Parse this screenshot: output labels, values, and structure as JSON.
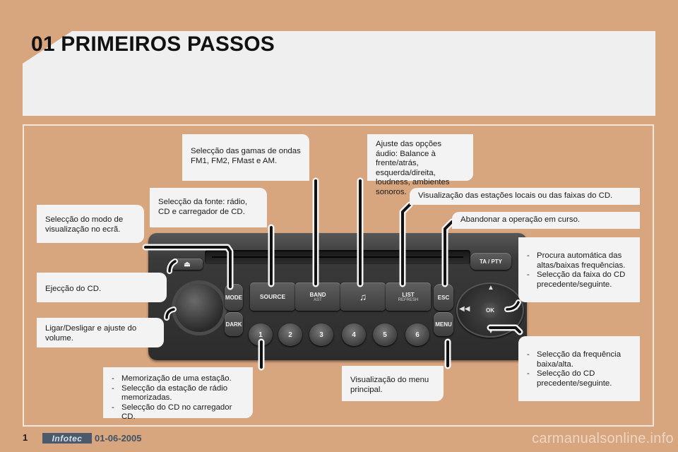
{
  "header": {
    "title": "01 PRIMEIROS PASSOS"
  },
  "radio": {
    "tapty_label": "TA / PTY",
    "mode_label": "MODE",
    "dark_label": "DARK",
    "source_label": "SOURCE",
    "band_label": "BAND",
    "band_sub": "AST",
    "list_label": "LIST",
    "list_sub": "REFRESH",
    "esc_label": "ESC",
    "menu_label": "MENU",
    "ok_label": "OK",
    "presets": [
      "1",
      "2",
      "3",
      "4",
      "5",
      "6"
    ]
  },
  "callouts": {
    "band": "Selecção das gamas de ondas FM1, FM2, FMast e AM.",
    "audio": "Ajuste das opções áudio: Balance à frente/atrás, esquerda/direita, loudness, ambientes sonoros.",
    "source": "Selecção da fonte: rádio, CD e carregador de CD.",
    "list": "Visualização das estações locais ou das faixas do CD.",
    "display_mode": "Selecção do modo de visualização no ecrã.",
    "esc": "Abandonar a operação em curso.",
    "seek": [
      "Procura automática das altas/baixas frequências.",
      "Selecção da faixa do CD precedente/seguinte."
    ],
    "eject": "Ejecção do CD.",
    "power": "Ligar/Desligar e ajuste do volume.",
    "frequency": [
      "Selecção da frequência baixa/alta.",
      "Selecção do CD precedente/seguinte."
    ],
    "presets": [
      "Memorização de uma estação.",
      "Selecção da estação de rádio memorizadas.",
      "Selecção do CD no carregador CD."
    ],
    "menu": "Visualização do menu principal."
  },
  "footer": {
    "page_number": "1",
    "brand": "Infotec",
    "date": "01-06-2005",
    "watermark": "carmanualsonline.info"
  },
  "icons": [
    "eject-icon",
    "music-note-icon",
    "arrow-up-icon",
    "arrow-down-icon",
    "arrow-left-icon",
    "arrow-right-icon"
  ]
}
